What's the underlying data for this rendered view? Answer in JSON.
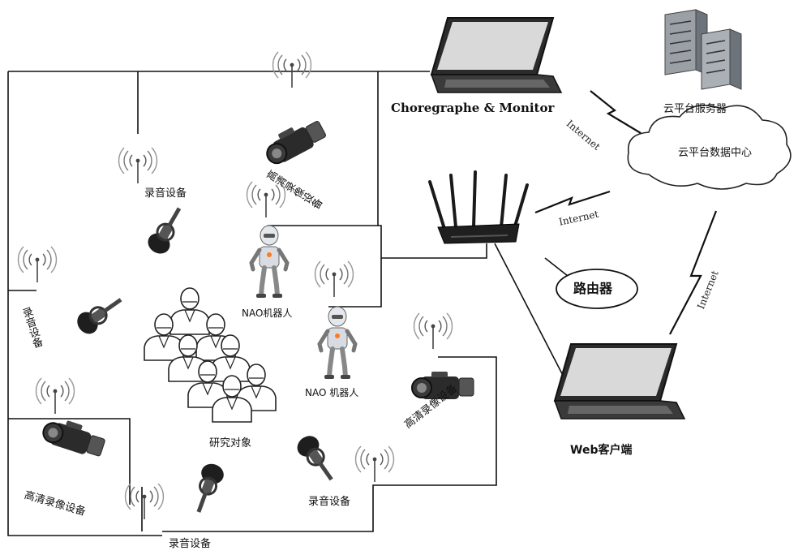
{
  "labels": {
    "choregraphe": "Choregraphe & Monitor",
    "cloud_server": "云平台服务器",
    "cloud_center": "云平台数据中心",
    "router": "路由器",
    "web_client": "Web客户端",
    "internet_1": "Internet",
    "internet_2": "Internet",
    "internet_3": "Internet",
    "audio_top": "录音设备",
    "audio_left": "录音设备",
    "audio_bottom": "录音设备",
    "audio_bottom_right": "录音设备",
    "video_top": "高清录像设备",
    "video_left": "高清录像设备",
    "video_right": "高清录像设备",
    "nao_1": "NAO机器人",
    "nao_2": "NAO 机器人",
    "subjects": "研究对象"
  },
  "colors": {
    "line": "#111111",
    "device_dark": "#2a2a2a",
    "device_mid": "#7a7a7a",
    "wave": "#555555",
    "cloud_fill": "#ffffff",
    "server_fill": "#9aa0a6",
    "robot_fill": "#d8dce2"
  },
  "icons": {
    "laptop": "laptop-icon",
    "server": "server-icon",
    "cloud": "cloud-icon",
    "router": "router-icon",
    "microphone": "microphone-icon",
    "camcorder": "camcorder-icon",
    "robot": "nao-robot-icon",
    "person": "person-icon",
    "wireless": "wireless-signal-icon",
    "lightning": "lightning-link-icon"
  }
}
